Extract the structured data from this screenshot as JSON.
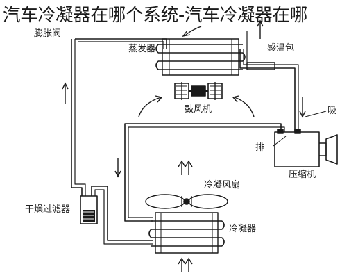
{
  "page": {
    "title": "汽车冷凝器在哪个系统-汽车冷凝器在哪"
  },
  "diagram": {
    "labels": {
      "expansion_valve": "膨胀阀",
      "evaporator": "蒸发器",
      "temp_sensing_bulb": "感温包",
      "blower": "鼓风机",
      "suction": "吸",
      "discharge": "排",
      "compressor": "压缩机",
      "condenser_fan": "冷凝风扇",
      "receiver_drier": "干燥过滤器",
      "condenser": "冷凝器"
    }
  },
  "colors": {
    "line": "#1a1a1a",
    "text": "#222222",
    "background": "#ffffff"
  }
}
